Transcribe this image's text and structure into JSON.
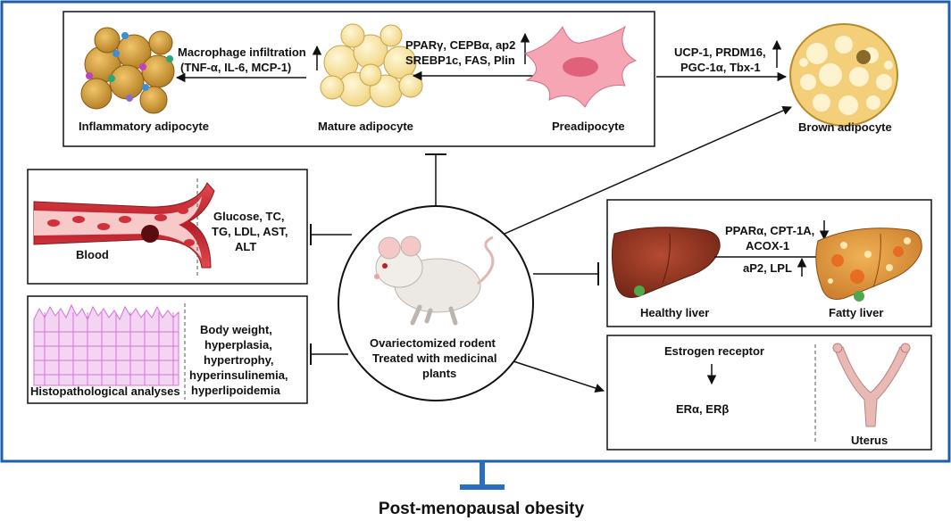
{
  "adipose": {
    "inflammatory_label": "Inflammatory adipocyte",
    "mature_label": "Mature adipocyte",
    "preadipocyte_label": "Preadipocyte",
    "macrophage_line1": "Macrophage infiltration",
    "macrophage_line2": "(TNF-α, IL-6, MCP-1)",
    "markers_line1": "PPARγ, CEPBα, ap2",
    "markers_line2": "SREBP1c, FAS, Plin"
  },
  "brown": {
    "markers_line1": "UCP-1, PRDM16,",
    "markers_line2": "PGC-1α, Tbx-1",
    "label": "Brown adipocyte"
  },
  "blood": {
    "label": "Blood",
    "params": [
      "Glucose, TC,",
      "TG, LDL, AST,",
      "ALT"
    ]
  },
  "histo": {
    "label": "Histopathological analyses",
    "params": [
      "Body weight,",
      "hyperplasia,",
      "hypertrophy,",
      "hyperinsulinemia,",
      "hyperlipoidemia"
    ]
  },
  "center": {
    "lines": [
      "Ovariectomized rodent",
      "Treated with medicinal",
      "plants"
    ]
  },
  "liver": {
    "markers_down_line1": "PPARα, CPT-1A,",
    "markers_down_line2": "ACOX-1",
    "markers_up": "aP2, LPL",
    "healthy_label": "Healthy liver",
    "fatty_label": "Fatty liver"
  },
  "uterus": {
    "receptor_label": "Estrogen receptor",
    "subtypes": "ERα, ERβ",
    "label": "Uterus"
  },
  "footer": {
    "title": "Post-menopausal obesity"
  },
  "colors": {
    "frame": "#1f5ea8",
    "inhibit_bar": "#2b6fc0",
    "adipocyte_fill": "#fbeeb6",
    "inflamed_fill": "#d9a63b",
    "preadipocyte_fill": "#f5a5b3",
    "blood_red": "#c9252f",
    "liver_brown": "#8e3a26",
    "histo_pink": "#d472d8",
    "uterus_pink": "#e9b9b4"
  }
}
